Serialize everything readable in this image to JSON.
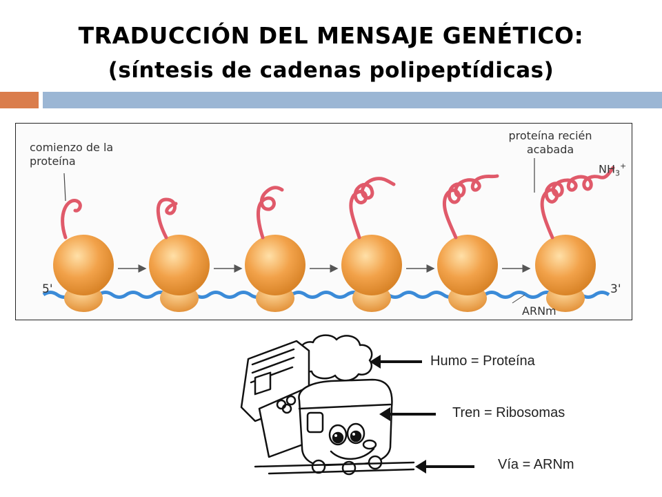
{
  "slide": {
    "title_line1": "TRADUCCIÓN DEL MENSAJE GENÉTICO:",
    "title_line2": "(síntesis de cadenas polipeptídicas)",
    "colors": {
      "accent_orange": "#DA7D4C",
      "accent_blue": "#9BB6D4",
      "ribosome": "#F2A24A",
      "protein": "#E05A6A",
      "mrna": "#3B8BD8"
    }
  },
  "figure": {
    "label_start": "comienzo de la proteína",
    "label_done": "proteína recién acabada",
    "label_nh3": "NH3+",
    "label_5prime": "5'",
    "label_3prime": "3'",
    "label_mrna": "ARNm",
    "ribosome_count": 6
  },
  "legend": {
    "smoke": "Humo = Proteína",
    "train": "Tren = Ribosomas",
    "track": "Vía = ARNm"
  }
}
